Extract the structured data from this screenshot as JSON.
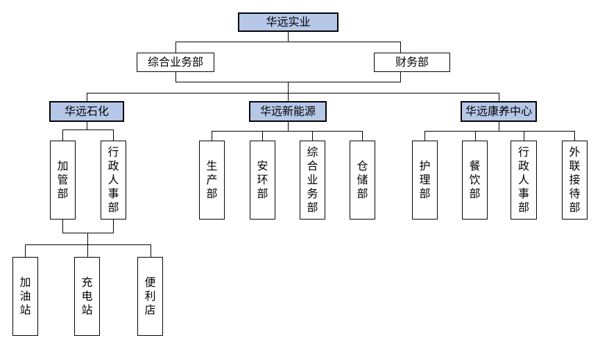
{
  "org_chart": {
    "root": "华远实业",
    "staff_departments": [
      "综合业务部",
      "财务部"
    ],
    "divisions": [
      {
        "name": "华远石化",
        "departments": [
          "加管部",
          "行政人事部"
        ],
        "subsidiaries": [
          "加油站",
          "充电站",
          "便利店"
        ]
      },
      {
        "name": "华远新能源",
        "departments": [
          "生产部",
          "安环部",
          "综合业务部",
          "仓储部"
        ]
      },
      {
        "name": "华远康养中心",
        "departments": [
          "护理部",
          "餐饮部",
          "行政人事部",
          "外联接待部"
        ]
      }
    ],
    "colors": {
      "division_fill": "#b6c7e8",
      "department_fill": "#ffffff",
      "connector": "#000000"
    }
  }
}
